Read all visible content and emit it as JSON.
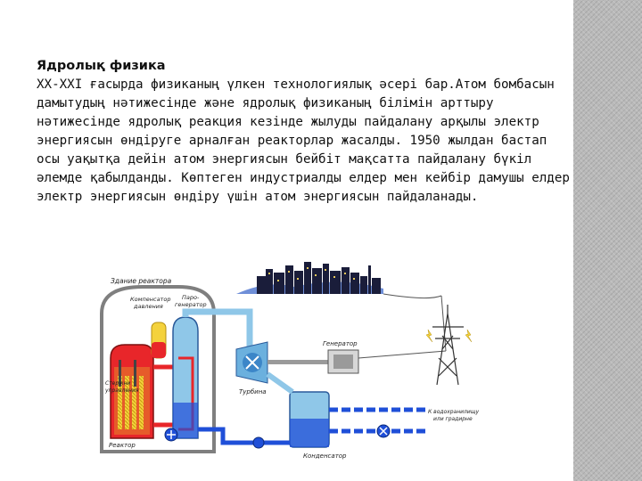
{
  "slide": {
    "title": "Ядролық физика",
    "body": "XX-XXI ғасырда физиканың үлкен технологиялық әсері бар.Атом бомбасын дамытудың нәтижесінде және ядролық физиканың білімін арттыру нәтижесінде ядролық реакция кезінде жылуды пайдалану арқылы электр энергиясын өндіруге арналған реакторлар жасалды. 1950 жылдан бастап осы уақытқа дейін атом энергиясын бейбіт мақсатта пайдалану бүкіл әлемде қабылданды. Көптеген индустриалды елдер мен кейбір дамушы елдер электр энергиясын өндіру үшін атом энергиясын пайдаланады."
  },
  "diagram": {
    "labels": {
      "building": "Здание реактора",
      "pressurizer_1": "Компенсатор",
      "pressurizer_2": "давления",
      "steam_gen_1": "Паро-",
      "steam_gen_2": "генератор",
      "control_rods_1": "Стержни",
      "control_rods_2": "управления",
      "reactor": "Реактор",
      "turbine": "Турбина",
      "generator": "Генератор",
      "condenser": "Конденсатор",
      "cooling_1": "К водохранилищу",
      "cooling_2": "или градирне"
    },
    "colors": {
      "hot_loop": "#e8262a",
      "cold_loop": "#1f4fd8",
      "steam": "#8fc7e8",
      "fuel": "#f4d23c",
      "pipe_gray": "#9a9a9a"
    }
  }
}
